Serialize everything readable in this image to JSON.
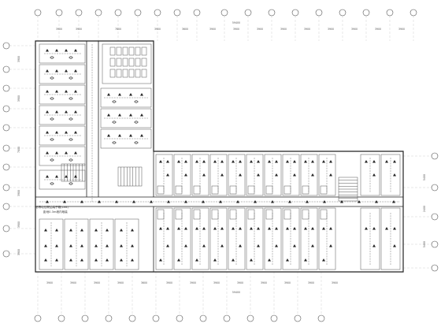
{
  "drawing": {
    "top_dimensions": [
      "3900",
      "3900",
      "7800",
      "3900",
      "3600",
      "3900",
      "3900",
      "3900",
      "3900",
      "3900",
      "3900",
      "3900",
      "3900",
      "3900"
    ],
    "overall_dimension": "59400",
    "bottom_dimensions": [
      "3900",
      "3900",
      "3900",
      "3900",
      "3600",
      "3900",
      "3900",
      "3900",
      "3900",
      "3900",
      "3900",
      "3900",
      "3900"
    ],
    "left_dimensions": [
      "3900",
      "3900",
      "7800",
      "3900",
      "3900",
      "3900"
    ],
    "right_dimensions": [
      "5400",
      "2400",
      "5400"
    ],
    "left_note": [
      "总等电位联结端子箱(LEB)",
      "距地0.3m墙内暗装"
    ],
    "colors": {
      "line": "#222222",
      "grid": "#bbbbbb",
      "background": "#ffffff"
    }
  }
}
